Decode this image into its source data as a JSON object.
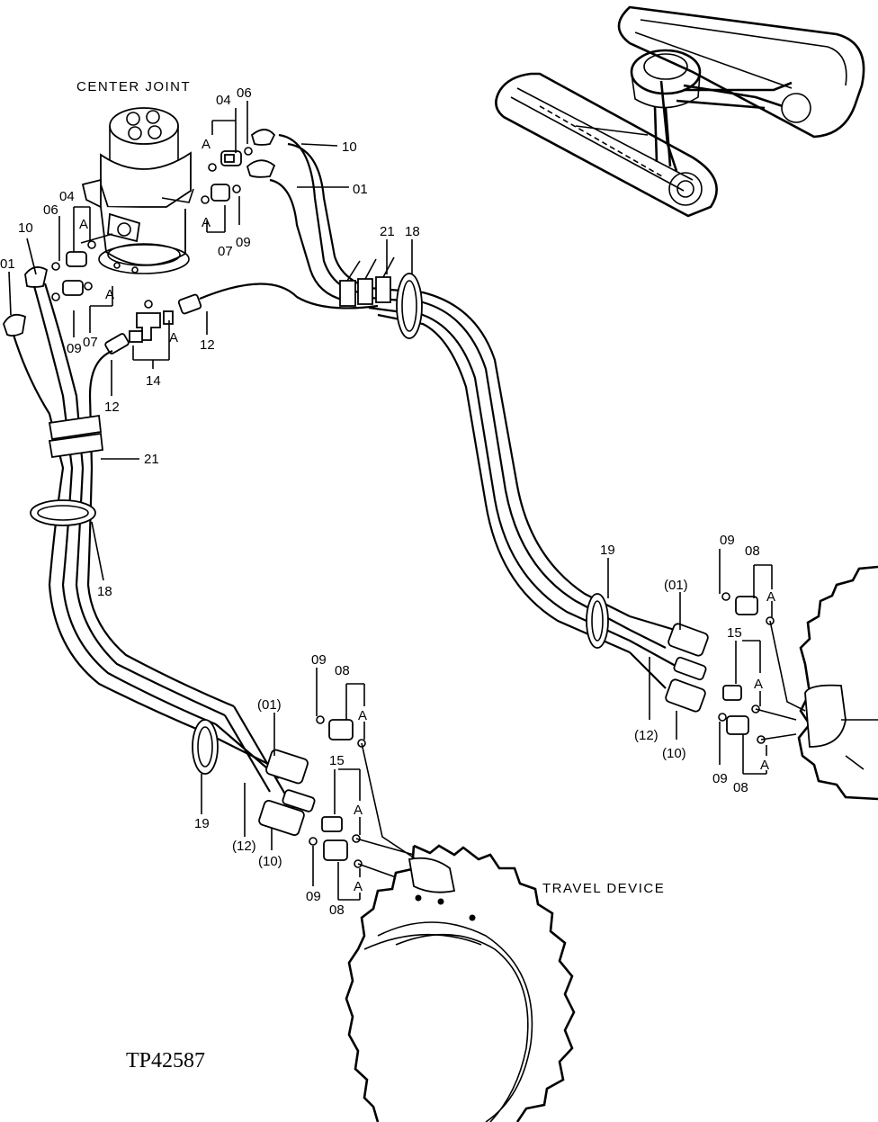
{
  "diagram": {
    "captions": {
      "center_joint": "CENTER JOINT",
      "travel_device": "TRAVEL DEVICE",
      "figure_id": "TP42587"
    },
    "parts": {
      "p01": "01",
      "p04": "04",
      "p06": "06",
      "p07": "07",
      "p08": "08",
      "p09": "09",
      "p10": "10",
      "p12": "12",
      "p14": "14",
      "p15": "15",
      "p18": "18",
      "p19": "19",
      "p21": "21",
      "p01_ref": "(01)",
      "p10_ref": "(10)",
      "p12_ref": "(12)",
      "detail_a": "A"
    }
  }
}
